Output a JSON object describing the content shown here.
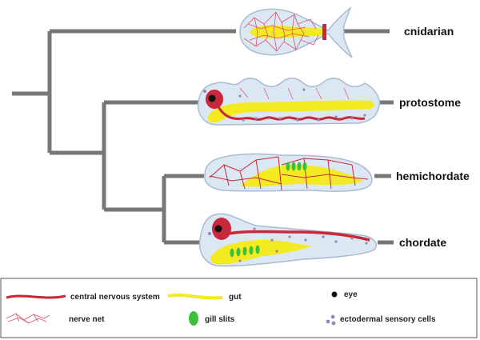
{
  "taxa": [
    {
      "label": "cnidarian"
    },
    {
      "label": "protostome"
    },
    {
      "label": "hemichordate"
    },
    {
      "label": "chordate"
    }
  ],
  "legend": {
    "items": [
      {
        "label": "central nervous system",
        "symbol": "cns-line-icon"
      },
      {
        "label": "gut",
        "symbol": "gut-line-icon"
      },
      {
        "label": "eye",
        "symbol": "eye-dot-icon"
      },
      {
        "label": "nerve net",
        "symbol": "nerve-net-icon"
      },
      {
        "label": "gill slits",
        "symbol": "gill-slit-icon"
      },
      {
        "label": "ectodermal sensory cells",
        "symbol": "sensory-cells-icon"
      }
    ]
  },
  "colors": {
    "tree": "#777777",
    "body_fill": "#dbe7f3",
    "body_stroke": "#a9bcd0",
    "cns": "#c8283a",
    "nerve_net": "#e0506a",
    "gut": "#f3ea22",
    "eye": "#111111",
    "gill": "#39c23a",
    "sensory": "#9a86b8"
  }
}
